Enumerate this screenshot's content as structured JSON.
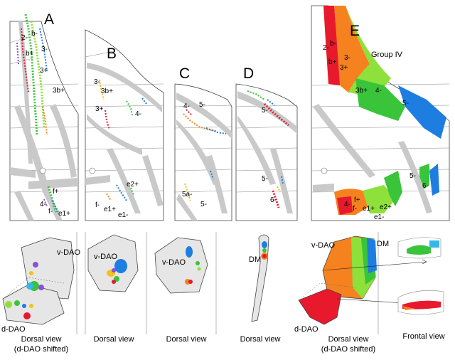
{
  "panels": {
    "A": {
      "letter": "A",
      "zones": [
        "b-",
        "2-",
        "b+",
        "3-",
        "3+",
        "3b+",
        "f+",
        "4-",
        "f-",
        "e1+"
      ],
      "nucleus_labels": [
        "v-DAO",
        "d-DAO"
      ],
      "caption": [
        "Dorsal view",
        "(d-DAO shifted)"
      ]
    },
    "B": {
      "letter": "B",
      "zones": [
        "3-",
        "3b+",
        "3+",
        "4-",
        "e2+",
        "f-",
        "e1+",
        "e1-"
      ],
      "nucleus_labels": [
        "v-DAO"
      ],
      "caption": [
        "Dorsal view"
      ]
    },
    "C": {
      "letter": "C",
      "zones": [
        "4-",
        "5-",
        "5a-",
        "5-"
      ],
      "nucleus_labels": [
        "v-DAO"
      ],
      "caption": [
        "Dorsal view"
      ]
    },
    "D": {
      "letter": "D",
      "zones": [
        "5-",
        "5-",
        "6-"
      ],
      "nucleus_labels": [
        "DM"
      ],
      "caption": [
        "Dorsal view"
      ]
    },
    "E": {
      "letter": "E",
      "group": "Group IV",
      "zones": [
        "2-",
        "b-",
        "b+",
        "3-",
        "3+",
        "3b+",
        "4-",
        "5-",
        "5-",
        "6-",
        "f+",
        "4-",
        "f-",
        "e1+",
        "e2+",
        "e1-"
      ],
      "nucleus_labels": [
        "v-DAO",
        "DM",
        "d-DAO"
      ],
      "caption": [
        "Dorsal view",
        "(d-DAO shifted)"
      ],
      "frontal_caption": "Frontal view"
    }
  },
  "colors": {
    "red": "#e8192c",
    "orange": "#f5821f",
    "lightgreen": "#8ee03a",
    "green": "#39c43a",
    "blue": "#1e7de0",
    "lightblue": "#38b6e8",
    "purple": "#8a4fd8",
    "yellow": "#f2c218",
    "gray": "#bdbdbd",
    "lightgray": "#e6e6e6"
  }
}
